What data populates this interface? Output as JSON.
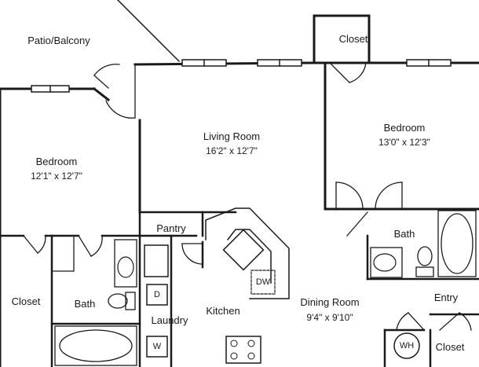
{
  "rooms": {
    "patio": {
      "name": "Patio/Balcony"
    },
    "closet_top": {
      "name": "Closet"
    },
    "bedroom_left": {
      "name": "Bedroom",
      "size": "12'1\" x 12'7\""
    },
    "living": {
      "name": "Living Room",
      "size": "16'2\" x 12'7\""
    },
    "bedroom_right": {
      "name": "Bedroom",
      "size": "13'0\" x 12'3\""
    },
    "pantry": {
      "name": "Pantry"
    },
    "bath_right": {
      "name": "Bath"
    },
    "kitchen": {
      "name": "Kitchen"
    },
    "dining": {
      "name": "Dining Room",
      "size": "9'4\" x 9'10\""
    },
    "entry": {
      "name": "Entry"
    },
    "closet_left": {
      "name": "Closet"
    },
    "bath_left": {
      "name": "Bath"
    },
    "laundry": {
      "name": "Laundry"
    },
    "closet_entry": {
      "name": "Closet"
    }
  },
  "fixtures": {
    "dishwasher": "DW",
    "dryer": "D",
    "washer": "W",
    "water_heater": "WH"
  }
}
